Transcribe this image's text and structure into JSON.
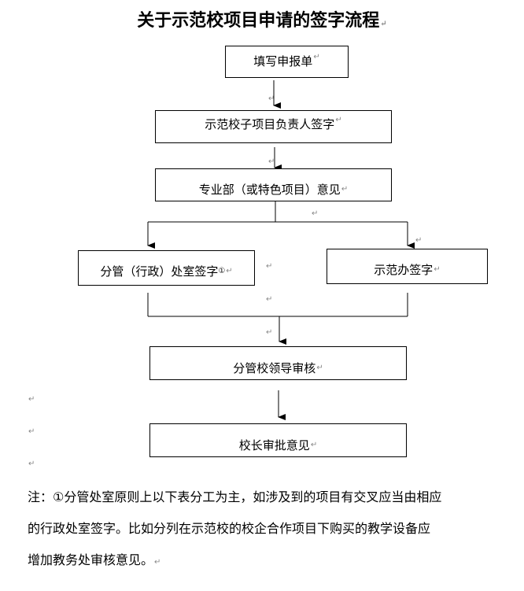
{
  "title": "关于示范校项目申请的签字流程",
  "paragraph_mark": "↵",
  "flow": {
    "step1": "填写申报单",
    "step2": "示范校子项目负责人签字",
    "step3": "专业部（或特色项目）意见",
    "step4_left": "分管（行政）处室签字",
    "step4_left_footnote": "①",
    "step4_right": "示范办签字",
    "step5": "分管校领导审核",
    "step6": "校长审批意见"
  },
  "note": {
    "line1": "注：①分管处室原则上以下表分工为主，如涉及到的项目有交叉应当由相应",
    "line2": "的行政处室签字。比如分列在示范校的校企合作项目下购买的教学设备应",
    "line3": "增加教务处审核意见。"
  }
}
